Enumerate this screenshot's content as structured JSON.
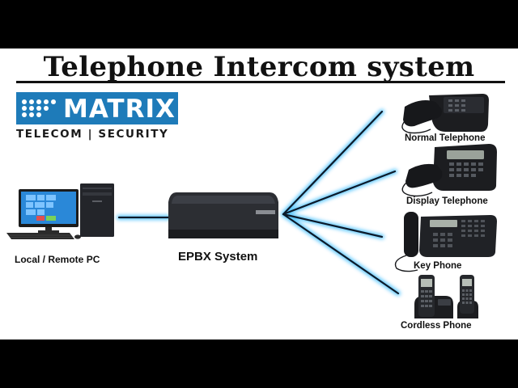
{
  "title": "Telephone Intercom system",
  "logo": {
    "brand": "MATRIX",
    "tagline": "TELECOM | SECURITY",
    "color": "#1e7bb9"
  },
  "devices": {
    "pc": "Local / Remote PC",
    "epbx": "EPBX  System",
    "normal_phone": "Normal Telephone",
    "display_phone": "Display  Telephone",
    "key_phone": "Key  Phone",
    "cordless_phone": "Cordless Phone"
  },
  "colors": {
    "connection_glow": "#4fc3ff",
    "connection_line": "#0b1a2a",
    "device_dark": "#1d1f24"
  }
}
